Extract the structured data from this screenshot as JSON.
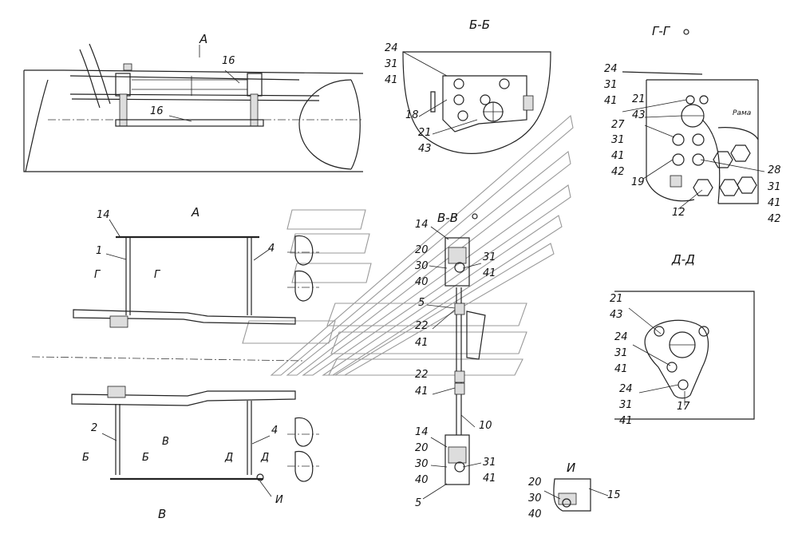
{
  "sections": {
    "view_a_top": "А",
    "view_a": "А",
    "bb": "Б-Б",
    "gg": "Г-Г",
    "vv": "В-В",
    "dd": "Д-Д",
    "i": "И",
    "b_bottom": "В",
    "g_marks": [
      "Г",
      "Г"
    ],
    "b_marks": [
      "Б",
      "Б"
    ],
    "v_mark": "В",
    "d_marks": [
      "Д",
      "Д"
    ],
    "i_mark": "И"
  },
  "gg_frame_label": "Рама",
  "labels": {
    "top": [
      "16",
      "16"
    ],
    "view_a_upper": [
      "14",
      "1",
      "4"
    ],
    "view_a_lower": [
      "2",
      "4"
    ],
    "bb_stack": [
      "24",
      "31",
      "41"
    ],
    "bb_side": [
      "18",
      "21",
      "43"
    ],
    "gg_left": [
      "24",
      "31",
      "41",
      "21",
      "43",
      "27",
      "31",
      "41",
      "42",
      "19"
    ],
    "gg_right": [
      "28",
      "31",
      "41",
      "42"
    ],
    "gg_bottom": "12",
    "vv_upper": [
      "14",
      "20",
      "30",
      "40",
      "31",
      "41",
      "5"
    ],
    "vv_mid": [
      "22",
      "41",
      "22",
      "41",
      "10"
    ],
    "vv_lower": [
      "14",
      "20",
      "30",
      "40",
      "31",
      "41",
      "5"
    ],
    "dd_upper": [
      "21",
      "43",
      "24",
      "31",
      "41"
    ],
    "dd_lower": [
      "24",
      "31",
      "41",
      "17"
    ],
    "i_left": [
      "20",
      "30",
      "40"
    ],
    "i_right": "15"
  }
}
